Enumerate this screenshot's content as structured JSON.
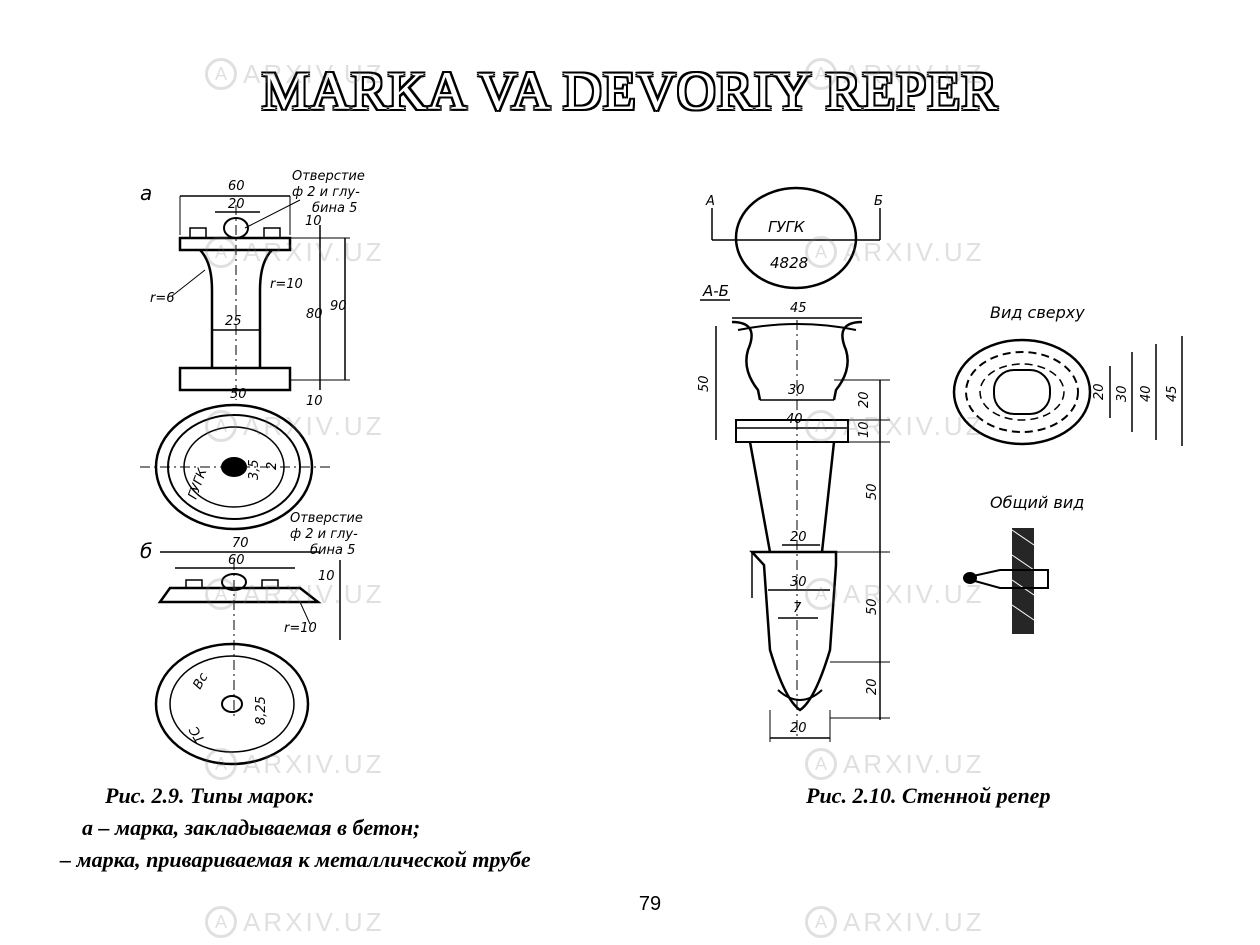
{
  "title": "MARKA VA DEVORIY REPER",
  "figure_left": {
    "variant_a_label": "а",
    "variant_b_label": "б",
    "hole_note_a": [
      "Отверстие",
      "ф 2 и глу-",
      "бина 5"
    ],
    "hole_note_b": [
      "Отверстие",
      "ф 2 и глу-",
      "бина 5"
    ],
    "dims_a": {
      "top_width": "60",
      "inner_width": "20",
      "top_height": "10",
      "neck_radius_left": "r=6",
      "neck_radius_right": "r=10",
      "neck_width": "25",
      "body_height": "80",
      "total_height": "90",
      "base_width": "50",
      "base_height": "10"
    },
    "dims_b": {
      "outer_width": "70",
      "inner_width": "60",
      "height": "10",
      "radius": "r=10"
    },
    "stamp_a": [
      "ГУГК",
      "3,5",
      "2"
    ],
    "stamp_b": [
      "Вс",
      "8,25",
      "ТС"
    ]
  },
  "figure_right": {
    "section_a": "А",
    "section_b": "Б",
    "section_label": "А-Б",
    "stamp_text": [
      "ГУГК",
      "4828"
    ],
    "dims": {
      "head_width": "45",
      "head_height": "50",
      "neck_inner": "30",
      "ring_height": "20",
      "ring_width": "40",
      "ring_thickness": "10",
      "shaft_length": "50",
      "shaft_tip_width": "20",
      "lower_width_30": "30",
      "lower_width_7": "7",
      "lower_length": "50",
      "tip_length": "20",
      "tip_width": "20"
    },
    "top_view_label": "Вид сверху",
    "top_view_dims": [
      "20",
      "30",
      "40",
      "45"
    ],
    "general_view_label": "Общий вид"
  },
  "captions": {
    "fig_2_9_title": "Рис. 2.9. Типы марок:",
    "fig_2_9_a": "а – марка, закладываемая в бетон;",
    "fig_2_9_b": "– марка, привариваемая к металлической трубе",
    "fig_2_10": "Рис. 2.10. Стенной репер"
  },
  "page_number": "79",
  "watermark_text": "ARXIV.UZ"
}
